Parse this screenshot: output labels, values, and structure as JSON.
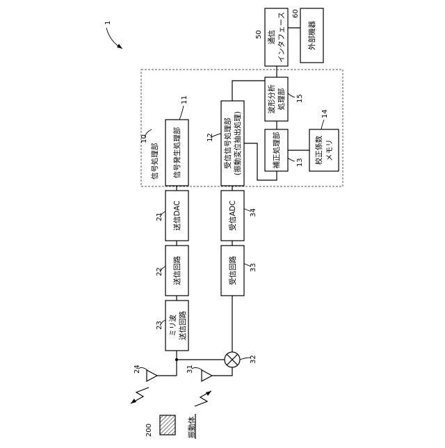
{
  "figure": {
    "system_ref": "1",
    "signal_processing_unit": {
      "ref": "10",
      "label": "信号処理部"
    },
    "blocks": {
      "signal_gen": {
        "ref": "11",
        "label": "信号発生処理部"
      },
      "rx_signal_proc": {
        "ref": "12",
        "line1": "受信信号処理部",
        "line2": "(振動変位抽出処理)"
      },
      "correction": {
        "ref": "13",
        "label": "補正処理部"
      },
      "calib_memory": {
        "ref": "14",
        "line1": "校正係数",
        "line2": "メモリ"
      },
      "waveform": {
        "ref": "15",
        "line1": "波形分析",
        "line2": "処理部"
      },
      "tx_dac": {
        "ref": "21",
        "label": "送信DAC"
      },
      "tx_circuit": {
        "ref": "22",
        "label": "送信回路"
      },
      "mmwave_tx": {
        "ref": "23",
        "line1": "ミリ波",
        "line2": "送信回路"
      },
      "rx_adc": {
        "ref": "34",
        "label": "受信ADC"
      },
      "rx_circuit": {
        "ref": "33",
        "label": "受信回路"
      },
      "comm_if": {
        "ref": "50",
        "line1": "通信",
        "line2": "インタフェース"
      },
      "external": {
        "ref": "60",
        "label": "外部機器"
      }
    },
    "tx_antenna_ref": "24",
    "rx_antenna_ref": "31",
    "mixer_ref": "32",
    "vibrating_body": {
      "ref": "200",
      "label": "振動体"
    }
  }
}
